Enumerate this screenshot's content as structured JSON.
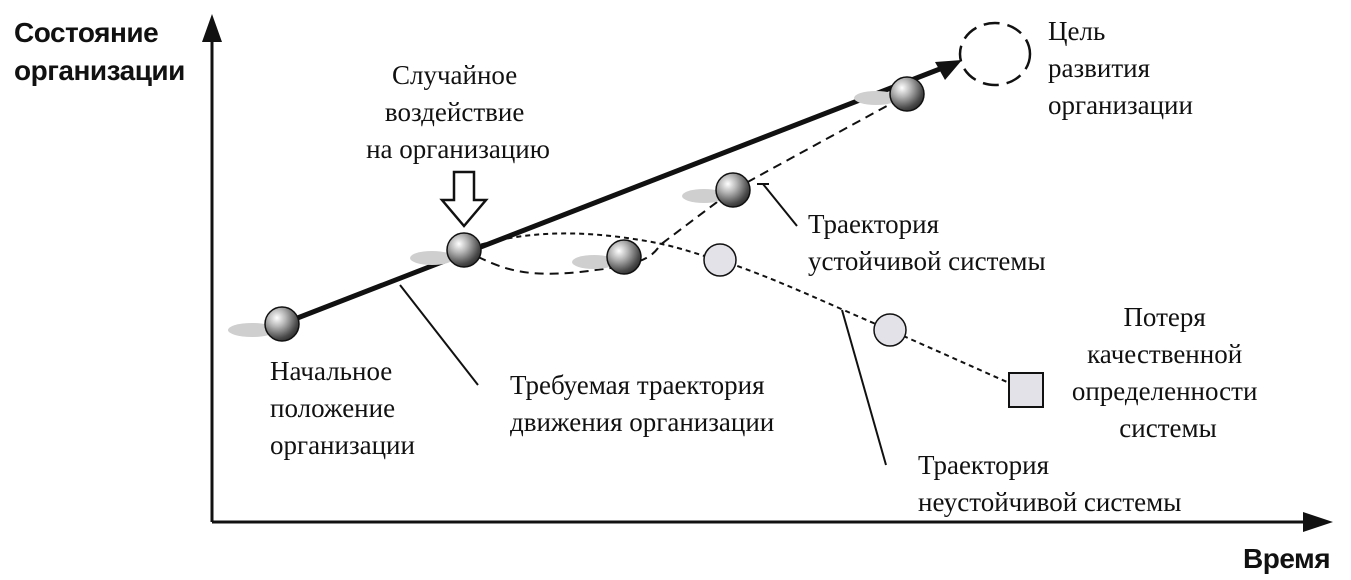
{
  "axes": {
    "y_label": [
      "Состояние",
      "организации"
    ],
    "x_label": "Время"
  },
  "labels": {
    "goal": [
      "Цель",
      "развития",
      "организации"
    ],
    "random_impact": [
      "Случайное",
      "воздействие",
      "на организацию"
    ],
    "stable_trajectory": [
      "Траектория",
      "устойчивой системы"
    ],
    "loss_of_quality": [
      "Потеря",
      "качественной",
      "определенности",
      "системы"
    ],
    "initial_position": [
      "Начальное",
      "положение",
      "организации"
    ],
    "required_trajectory": [
      "Требуемая траектория",
      "движения организации"
    ],
    "unstable_trajectory": [
      "Траектория",
      "неустойчивой системы"
    ]
  },
  "colors": {
    "ink": "#111111",
    "ball_dark": "#555555",
    "ball_light": "#d8d8de",
    "shadow": "#cfcfcf"
  }
}
